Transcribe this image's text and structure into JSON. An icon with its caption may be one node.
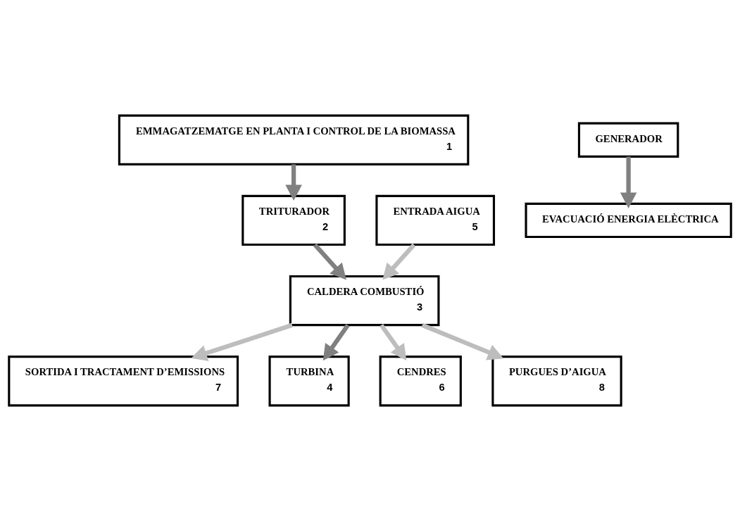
{
  "diagram": {
    "nodes": [
      {
        "text": [
          "EMMAGATZEMATGE EN PLANTA I CONTROL DE LA BIOMASSA",
          "1"
        ]
      },
      {
        "text": [
          "TRITURADOR",
          "2"
        ]
      },
      {
        "text": [
          "CALDERA COMBUSTIÓ",
          "3"
        ]
      },
      {
        "text": [
          "SORTIDA I TRACTAMENT D’EMISSIONS",
          "7"
        ]
      },
      {
        "text": [
          "TURBINA",
          "4"
        ]
      },
      {
        "text": [
          "GENERADOR"
        ]
      },
      {
        "text": [
          "ENTRADA AIGUA",
          "5"
        ]
      },
      {
        "text": [
          "CENDRES",
          "6"
        ]
      },
      {
        "text": [
          "PURGUES D’AIGUA",
          "8"
        ]
      },
      {
        "text": [
          "EVACUACIÓ ENERGIA ELÈCTRICA"
        ]
      }
    ],
    "edges": [
      {
        "from": 0,
        "to": 1,
        "arrow": "to"
      },
      {
        "from": 1,
        "to": 2,
        "arrow": "to"
      },
      {
        "from": 2,
        "to": 3,
        "arrow": "to",
        "color": "#bdbdbd"
      },
      {
        "from": 2,
        "to": 4,
        "arrow": "to"
      },
      {
        "from": 6,
        "to": 2,
        "arrow": "to",
        "color": "#bdbdbd"
      },
      {
        "from": 2,
        "to": 7,
        "arrow": "to",
        "color": "#bdbdbd"
      },
      {
        "from": 2,
        "to": 8,
        "arrow": "to",
        "color": "#bdbdbd"
      },
      {
        "from": 5,
        "to": 9,
        "arrow": "to"
      }
    ]
  }
}
